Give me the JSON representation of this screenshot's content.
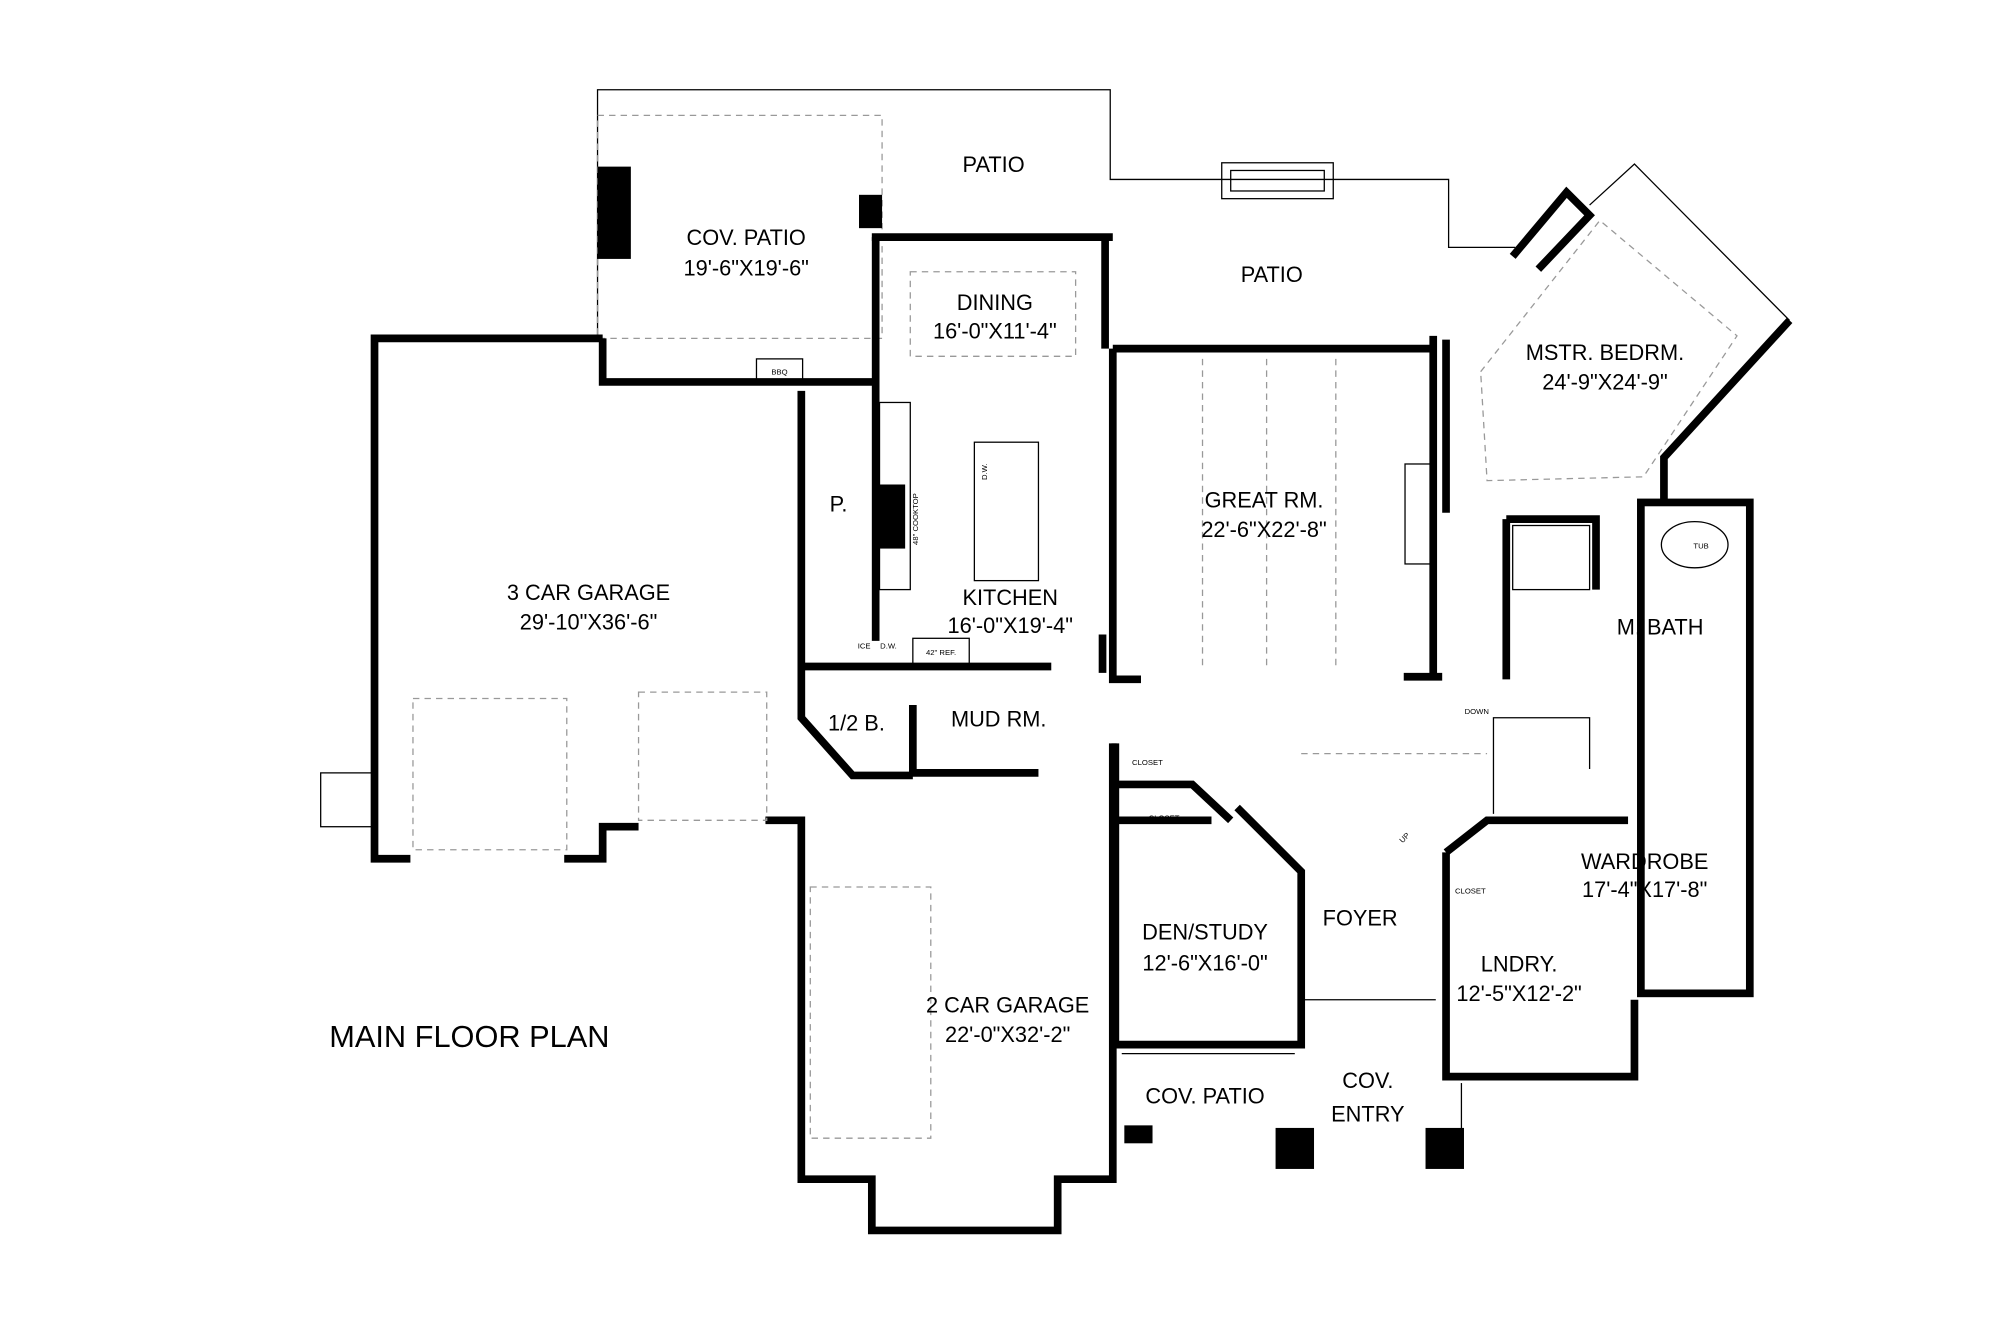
{
  "title": "MAIN FLOOR PLAN",
  "rooms": {
    "patio_north": {
      "name": "PATIO"
    },
    "cov_patio_rear": {
      "name": "COV. PATIO",
      "size": "19'-6\"X19'-6\""
    },
    "patio_east": {
      "name": "PATIO"
    },
    "dining": {
      "name": "DINING",
      "size": "16'-0\"X11'-4\""
    },
    "master_bedroom": {
      "name": "MSTR. BEDRM.",
      "size": "24'-9\"X24'-9\""
    },
    "pantry": {
      "name": "P."
    },
    "great_room": {
      "name": "GREAT RM.",
      "size": "22'-6\"X22'-8\""
    },
    "garage_3car": {
      "name": "3 CAR GARAGE",
      "size": "29'-10\"X36'-6\""
    },
    "kitchen": {
      "name": "KITCHEN",
      "size": "16'-0\"X19'-4\""
    },
    "master_bath": {
      "name": "M. BATH"
    },
    "half_bath": {
      "name": "1/2 B."
    },
    "mud_room": {
      "name": "MUD RM."
    },
    "wardrobe": {
      "name": "WARDROBE",
      "size": "17'-4\"X17'-8\""
    },
    "foyer": {
      "name": "FOYER"
    },
    "den_study": {
      "name": "DEN/STUDY",
      "size": "12'-6\"X16'-0\""
    },
    "laundry": {
      "name": "LNDRY.",
      "size": "12'-5\"X12'-2\""
    },
    "garage_2car": {
      "name": "2 CAR GARAGE",
      "size": "22'-0\"X32'-2\""
    },
    "cov_patio_front": {
      "name": "COV. PATIO"
    },
    "cov_entry": {
      "name": "COV.",
      "name2": "ENTRY"
    }
  },
  "fixtures": {
    "bbq": "BBQ",
    "cooktop": "48\" COOKTOP",
    "island_dw": "D.W.",
    "ice": "ICE",
    "dw": "D.W.",
    "ref": "42\" REF.",
    "closet_1": "CLOSET",
    "closet_2": "CLOSET",
    "closet_3": "CLOSET",
    "down": "DOWN",
    "up": "UP",
    "tub": "TUB"
  }
}
